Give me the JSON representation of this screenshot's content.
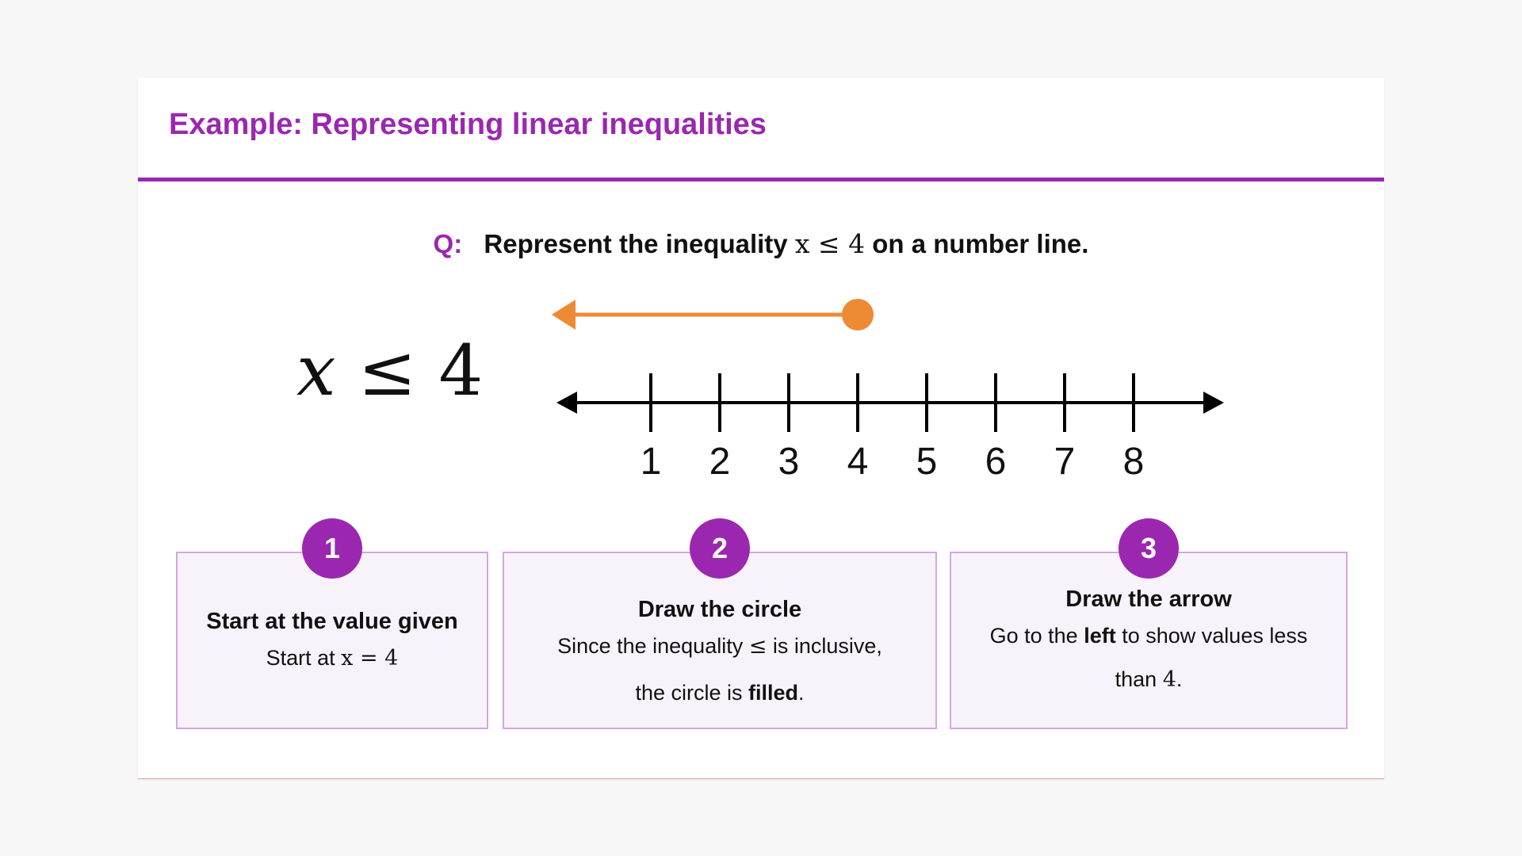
{
  "slide": {
    "title": "Example: Representing linear inequalities",
    "accent_color": "#9b27b0",
    "arrow_color": "#ef8a34"
  },
  "question": {
    "label": "Q:",
    "text_before": "Represent the inequality",
    "math": "x ≤ 4",
    "text_after": "on a number line."
  },
  "inequality": {
    "variable": "x",
    "symbol": "≤",
    "value": "4"
  },
  "number_line": {
    "ticks": [
      "1",
      "2",
      "3",
      "4",
      "5",
      "6",
      "7",
      "8"
    ],
    "circle_value": 4,
    "circle_style": "filled",
    "arrow_direction": "left"
  },
  "steps": [
    {
      "number": "1",
      "title": "Start at the value given",
      "text_prefix": "Start at",
      "math": "x = 4"
    },
    {
      "number": "2",
      "title": "Draw the circle",
      "line1_prefix": "Since the inequality",
      "line1_symbol": "≤",
      "line1_suffix": "is inclusive,",
      "line2_prefix": "the circle is",
      "line2_bold": "filled",
      "line2_suffix": "."
    },
    {
      "number": "3",
      "title": "Draw the arrow",
      "line1_prefix": "Go to the",
      "line1_bold": "left",
      "line1_suffix": "to show values less",
      "line2_prefix": "than",
      "line2_math": "4",
      "line2_suffix": "."
    }
  ]
}
